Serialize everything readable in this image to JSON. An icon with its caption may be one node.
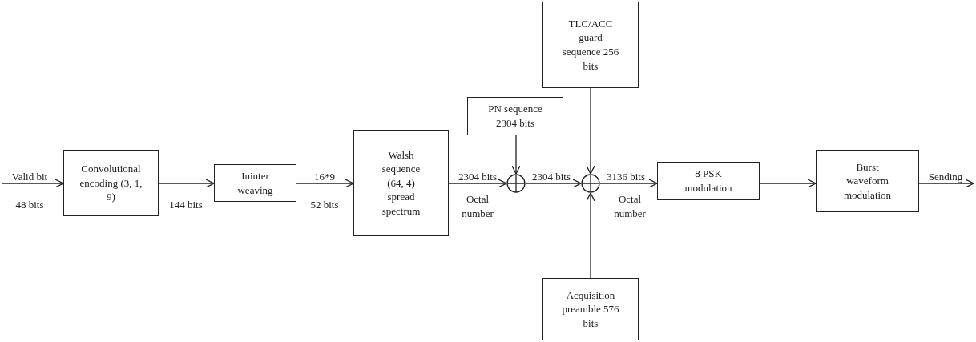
{
  "diagram": {
    "nodes": [
      {
        "text": [
          "Convolutional encoding (3, 1, 9)"
        ]
      },
      {
        "text": [
          "Ininter weaving"
        ]
      },
      {
        "text": [
          "Walsh sequence (64, 4) spread spectrum"
        ]
      },
      {
        "text": [
          "PN sequence 2304 bits"
        ]
      },
      {
        "text": [],
        "shape": "circle"
      },
      {
        "text": [
          "TLC/ACC guard sequence 256 bits"
        ]
      },
      {
        "text": [],
        "shape": "circle"
      },
      {
        "text": [
          "Acquisition preamble 576 bits"
        ]
      },
      {
        "text": [
          "8 PSK modulation"
        ]
      },
      {
        "text": [
          "Burst waveform modulation"
        ]
      }
    ],
    "edges": [
      {
        "from": null,
        "to": 0,
        "arrow": "to",
        "label": "Valid bit"
      },
      {
        "from": 0,
        "to": 1,
        "arrow": "to"
      },
      {
        "from": 1,
        "to": 2,
        "arrow": "to"
      },
      {
        "from": 2,
        "to": 4,
        "arrow": "to"
      },
      {
        "from": 3,
        "to": 4,
        "arrow": "to"
      },
      {
        "from": 4,
        "to": 6,
        "arrow": "to"
      },
      {
        "from": 5,
        "to": 6,
        "arrow": "to"
      },
      {
        "from": 7,
        "to": 6,
        "arrow": "to"
      },
      {
        "from": 6,
        "to": 8,
        "arrow": "to"
      },
      {
        "from": 8,
        "to": 9,
        "arrow": "to"
      },
      {
        "from": 9,
        "to": null,
        "arrow": "to",
        "label": "Sending"
      }
    ],
    "labels": [
      "48 bits",
      "144 bits",
      "16*9",
      "52 bits",
      "2304 bits",
      "Octal number",
      "2304 bits",
      "3136 bits",
      "Octal number"
    ]
  }
}
